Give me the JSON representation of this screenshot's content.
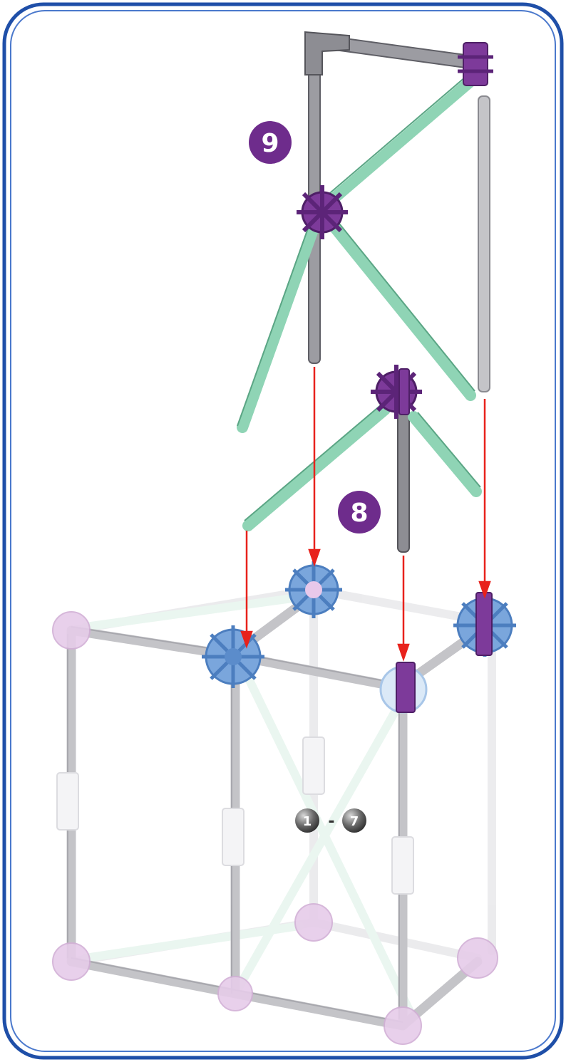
{
  "steps": {
    "step_9": "9",
    "step_8": "8",
    "steps_start": "1",
    "steps_separator": "-",
    "steps_end": "7"
  },
  "colors": {
    "frame_outer": "#1f4fa8",
    "frame_inner": "#3f6fc8",
    "rod_gray": "#b9b9bd",
    "rod_gray_dark": "#7c7c82",
    "rod_green": "#8fd4b5",
    "rod_green_dark": "#5aa584",
    "connector_purple": "#7d3a9a",
    "connector_blue": "#6f9ad4",
    "connector_pink_faded": "#e3c8e6",
    "arrow_red": "#e8221c",
    "badge_purple": "#6e2c8c",
    "badge_gray": "#3c3c3c",
    "faded_rod": "#e2e2e4"
  }
}
